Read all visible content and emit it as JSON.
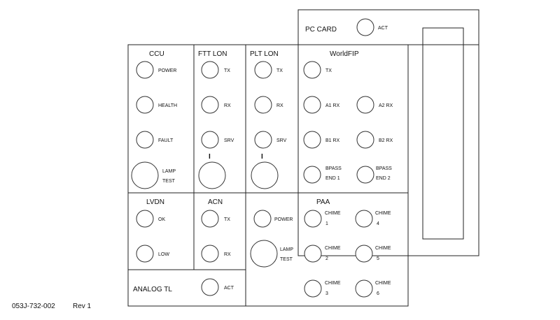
{
  "panels": {
    "pc_card": {
      "title": "PC CARD",
      "act": "ACT"
    },
    "ccu": {
      "title": "CCU",
      "power": "POWER",
      "health": "HEALTH",
      "fault": "FAULT",
      "lamp": "LAMP",
      "test": "TEST"
    },
    "ftt_lon": {
      "title": "FTT LON",
      "tx": "TX",
      "rx": "RX",
      "srv": "SRV",
      "tick": "I"
    },
    "plt_lon": {
      "title": "PLT LON",
      "tx": "TX",
      "rx": "RX",
      "srv": "SRV",
      "tick": "I"
    },
    "worldfip": {
      "title": "WorldFIP",
      "tx": "TX",
      "a1rx": "A1 RX",
      "a2rx": "A2 RX",
      "b1rx": "B1 RX",
      "b2rx": "B2 RX",
      "bpass": "BPASS",
      "end1": "END 1",
      "end2": "END 2"
    },
    "lvdn": {
      "title": "LVDN",
      "ok": "OK",
      "low": "LOW"
    },
    "acn": {
      "title": "ACN",
      "tx": "TX",
      "rx": "RX"
    },
    "paa": {
      "title": "PAA",
      "power": "POWER",
      "lamp": "LAMP",
      "test": "TEST",
      "chime": "CHIME",
      "n1": "1",
      "n2": "2",
      "n3": "3",
      "n4": "4",
      "n5": "5",
      "n6": "6"
    },
    "analog_tl": {
      "title": "ANALOG TL",
      "act": "ACT"
    }
  },
  "footer": {
    "doc_number": "053J-732-002",
    "rev": "Rev 1"
  }
}
